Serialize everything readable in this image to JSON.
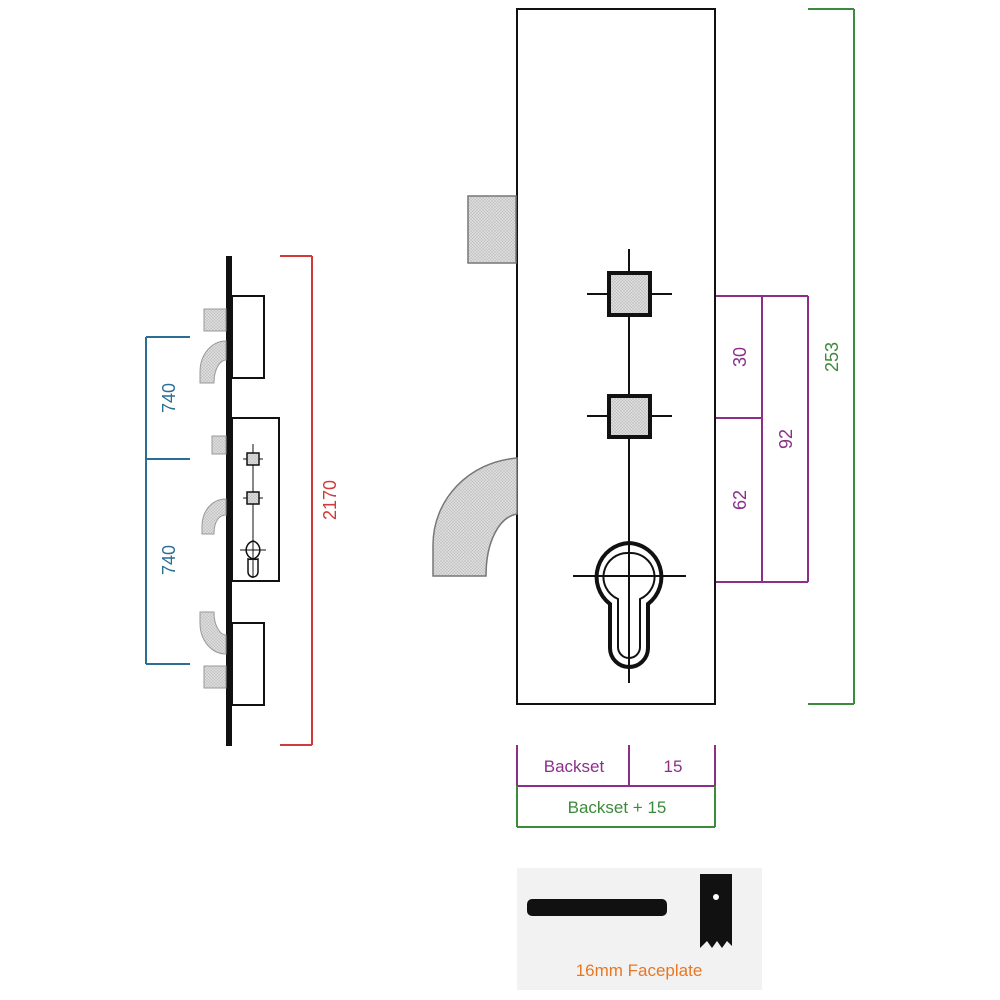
{
  "colors": {
    "blue": "#2a6e96",
    "red": "#d03a3a",
    "purple": "#8b2f8b",
    "green": "#3c8a3c",
    "orange": "#e87722",
    "hatch_fill": "#d6d6d6",
    "panel_bg": "#f2f2f2",
    "stroke": "#111111"
  },
  "dimensions": {
    "left_upper_spacing": "740",
    "left_lower_spacing": "740",
    "left_total_height": "2170",
    "top_spindle_to_mid": "30",
    "mid_to_cylinder": "62",
    "spindle_to_cylinder": "92",
    "faceplate_length": "253",
    "backset_label": "Backset",
    "backset_offset": "15",
    "backset_total": "Backset + 15"
  },
  "faceplate_panel": {
    "label": "16mm Faceplate",
    "icons": [
      "faceplate-side-bar-icon",
      "faceplate-end-profile-icon"
    ]
  }
}
